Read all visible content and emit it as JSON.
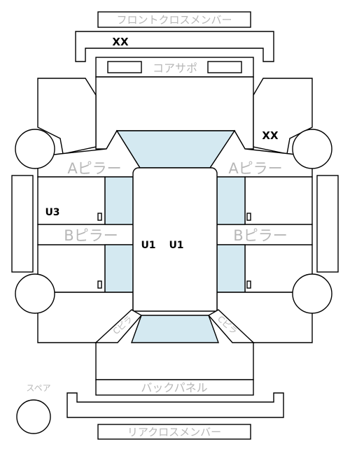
{
  "labels": {
    "front_cross_member": "フロントクロスメンバー",
    "core_support": "コアサポ",
    "a_pillar_left": "Aピラー",
    "a_pillar_right": "Aピラー",
    "b_pillar_left": "Bピラー",
    "b_pillar_right": "Bピラー",
    "c_pillar_left": "Cピラ",
    "c_pillar_right": "Cピラ",
    "back_panel": "バックパネル",
    "rear_cross_member": "リアクロスメンバー",
    "spare": "スペア"
  },
  "marks": {
    "front_member": "XX",
    "right_fender": "XX",
    "left_side": "U3",
    "roof_left": "U1",
    "roof_right": "U1"
  },
  "colors": {
    "glass": "#d4e9f1",
    "outline": "#000000",
    "gray_label": "#b7b7b7"
  }
}
